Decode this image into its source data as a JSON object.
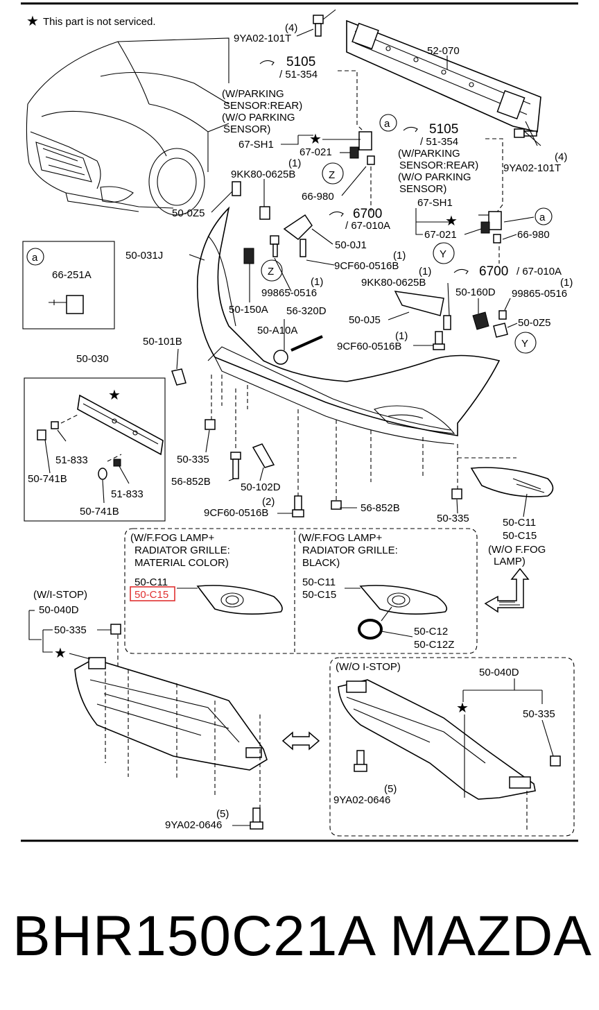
{
  "diagram": {
    "legend_note": "This part is not serviced.",
    "labels": {
      "b_4a": "(4)",
      "b_9ya02_101t_a": "9YA02-101T",
      "b_5105_a": "5105",
      "b_51354_a": "/ 51-354",
      "b_52070": "52-070",
      "b_wp_rear_1": "(W/PARKING",
      "b_wp_rear_2": "SENSOR:REAR)",
      "b_wop_1": "(W/O PARKING",
      "b_wop_2": "SENSOR)",
      "b_67sh1_a": "67-SH1",
      "b_67021_a": "67-021",
      "b_a1": "a",
      "b_5105_b": "5105",
      "b_51354_b": "/ 51-354",
      "b_wp_rear_b1": "(W/PARKING",
      "b_wp_rear_b2": "SENSOR:REAR)",
      "b_wop_b1": "(W/O PARKING",
      "b_wop_b2": "SENSOR)",
      "b_4b": "(4)",
      "b_9ya02_101t_b": "9YA02-101T",
      "b_1a": "(1)",
      "b_9kk80_a": "9KK80-0625B",
      "b_z1": "Z",
      "b_66980_a": "66-980",
      "b_50025_a": "50-0Z5",
      "b_6700_a": "6700",
      "b_67010a_a": "/ 67-010A",
      "b_67sh1_b": "67-SH1",
      "b_67021_b": "67-021",
      "b_a2": "a",
      "b_66980_b": "66-980",
      "b_500j1": "50-0J1",
      "b_1b": "(1)",
      "b_9cf60_a": "9CF60-0516B",
      "b_50031j": "50-031J",
      "b_y1": "Y",
      "b_6700_b": "6700",
      "b_67010a_b": "/ 67-010A",
      "b_z2": "Z",
      "b_99865_a": "99865-0516",
      "b_1c": "(1)",
      "b_1d": "(1)",
      "b_9kk80_b": "9KK80-0625B",
      "b_50160d": "50-160D",
      "b_1e": "(1)",
      "b_99865_b": "99865-0516",
      "b_50150a": "50-150A",
      "b_56320d": "56-320D",
      "b_500j5": "50-0J5",
      "b_500z5_b": "50-0Z5",
      "b_50a10a": "50-A10A",
      "b_1f": "(1)",
      "b_9cf60_b": "9CF60-0516B",
      "b_y2": "Y",
      "box_a": "a",
      "b_66251a": "66-251A",
      "b_50101b": "50-101B",
      "b_50030": "50-030",
      "b_51833_a": "51-833",
      "b_50741b_a": "50-741B",
      "b_51833_b": "51-833",
      "b_50741b_b": "50-741B",
      "b_50335_a": "50-335",
      "b_56852b_a": "56-852B",
      "b_50102d": "50-102D",
      "b_2": "(2)",
      "b_9cf60_c": "9CF60-0516B",
      "b_56852b_b": "56-852B",
      "b_50335_b": "50-335",
      "b_50c11_a": "50-C11",
      "b_50c15_a": "50-C15",
      "b_wo_fog_1": "(W/O F.FOG",
      "b_wo_fog_2": "LAMP)",
      "b_fog_mat_1": "(W/F.FOG LAMP+",
      "b_fog_mat_2": "RADIATOR GRILLE:",
      "b_fog_mat_3": "MATERIAL COLOR)",
      "b_50c11_b": "50-C11",
      "b_50c15_b": "50-C15",
      "b_fog_blk_1": "(W/F.FOG LAMP+",
      "b_fog_blk_2": "RADIATOR GRILLE:",
      "b_fog_blk_3": "BLACK)",
      "b_50c11_c": "50-C11",
      "b_50c15_c": "50-C15",
      "b_50c12": "50-C12",
      "b_50c12z": "50-C12Z",
      "b_wistop": "(W/I-STOP)",
      "b_50040d_a": "50-040D",
      "b_50335_c": "50-335",
      "b_5a": "(5)",
      "b_9ya02_0646_a": "9YA02-0646",
      "b_wostop": "(W/O I-STOP)",
      "b_50040d_b": "50-040D",
      "b_50335_d": "50-335",
      "b_5b": "(5)",
      "b_9ya02_0646_b": "9YA02-0646"
    }
  },
  "footer": {
    "part_number": "BHR150C21A",
    "brand": "MAZDA"
  },
  "highlight_color": "#e03030"
}
